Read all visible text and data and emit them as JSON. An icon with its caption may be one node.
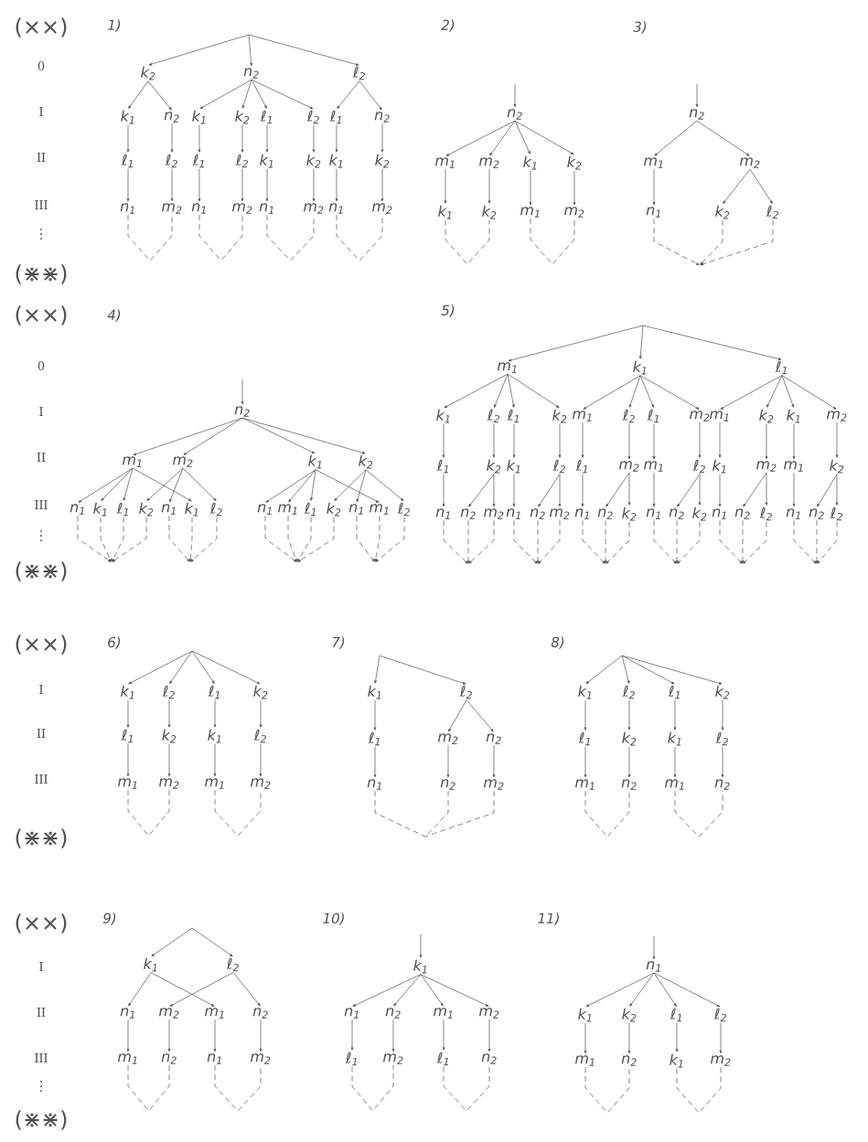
{
  "diagram": {
    "nodes": [
      {
        "text": [
          "k$_{2}$"
        ]
      },
      {
        "text": [
          "n$_{2}$"
        ]
      },
      {
        "text": [
          "ℓ$_{2}$"
        ]
      },
      {
        "text": [
          "k$_{1}$"
        ]
      },
      {
        "text": [
          "n$_{2}$"
        ]
      },
      {
        "text": [
          "k$_{1}$"
        ]
      },
      {
        "text": [
          "k$_{2}$"
        ]
      },
      {
        "text": [
          "ℓ$_{1}$"
        ]
      },
      {
        "text": [
          "ℓ$_{2}$"
        ]
      },
      {
        "text": [
          "ℓ$_{1}$"
        ]
      },
      {
        "text": [
          "n$_{2}$"
        ]
      },
      {
        "text": [
          "ℓ$_{1}$"
        ]
      },
      {
        "text": [
          "ℓ$_{2}$"
        ]
      },
      {
        "text": [
          "ℓ$_{1}$"
        ]
      },
      {
        "text": [
          "ℓ$_{2}$"
        ]
      },
      {
        "text": [
          "k$_{1}$"
        ]
      },
      {
        "text": [
          "k$_{2}$"
        ]
      },
      {
        "text": [
          "k$_{1}$"
        ]
      },
      {
        "text": [
          "k$_{2}$"
        ]
      },
      {
        "text": [
          "n$_{1}$"
        ]
      },
      {
        "text": [
          "m$_{2}$"
        ]
      },
      {
        "text": [
          "n$_{1}$"
        ]
      },
      {
        "text": [
          "m$_{2}$"
        ]
      },
      {
        "text": [
          "n$_{1}$"
        ]
      },
      {
        "text": [
          "m$_{2}$"
        ]
      },
      {
        "text": [
          "n$_{1}$"
        ]
      },
      {
        "text": [
          "m$_{2}$"
        ]
      },
      {
        "text": [
          "n$_{2}$"
        ]
      },
      {
        "text": [
          "m$_{1}$"
        ]
      },
      {
        "text": [
          "m$_{2}$"
        ]
      },
      {
        "text": [
          "k$_{1}$"
        ]
      },
      {
        "text": [
          "k$_{2}$"
        ]
      },
      {
        "text": [
          "k$_{1}$"
        ]
      },
      {
        "text": [
          "k$_{2}$"
        ]
      },
      {
        "text": [
          "m$_{1}$"
        ]
      },
      {
        "text": [
          "m$_{2}$"
        ]
      },
      {
        "text": [
          "n$_{2}$"
        ]
      },
      {
        "text": [
          "m$_{1}$"
        ]
      },
      {
        "text": [
          "m$_{2}$"
        ]
      },
      {
        "text": [
          "n$_{1}$"
        ]
      },
      {
        "text": [
          "k$_{2}$"
        ]
      },
      {
        "text": [
          "ℓ$_{2}$"
        ]
      },
      {
        "text": [
          "n$_{2}$"
        ]
      },
      {
        "text": [
          "m$_{1}$"
        ]
      },
      {
        "text": [
          "m$_{2}$"
        ]
      },
      {
        "text": [
          "k$_{1}$"
        ]
      },
      {
        "text": [
          "k$_{2}$"
        ]
      },
      {
        "text": [
          "n$_{1}$"
        ]
      },
      {
        "text": [
          "k$_{1}$"
        ]
      },
      {
        "text": [
          "ℓ$_{1}$"
        ]
      },
      {
        "text": [
          "k$_{2}$"
        ]
      },
      {
        "text": [
          "n$_{1}$"
        ]
      },
      {
        "text": [
          "k$_{1}$"
        ]
      },
      {
        "text": [
          "ℓ$_{2}$"
        ]
      },
      {
        "text": [
          "n$_{1}$"
        ]
      },
      {
        "text": [
          "m$_{1}$"
        ]
      },
      {
        "text": [
          "ℓ$_{1}$"
        ]
      },
      {
        "text": [
          "k$_{2}$"
        ]
      },
      {
        "text": [
          "n$_{1}$"
        ]
      },
      {
        "text": [
          "m$_{1}$"
        ]
      },
      {
        "text": [
          "ℓ$_{2}$"
        ]
      },
      {
        "text": [
          "m$_{1}$"
        ]
      },
      {
        "text": [
          "k$_{1}$"
        ]
      },
      {
        "text": [
          "ℓ$_{1}$"
        ]
      },
      {
        "text": [
          "k$_{1}$"
        ]
      },
      {
        "text": [
          "ℓ$_{2}$"
        ]
      },
      {
        "text": [
          "ℓ$_{1}$"
        ]
      },
      {
        "text": [
          "k$_{2}$"
        ]
      },
      {
        "text": [
          "m$_{1}$"
        ]
      },
      {
        "text": [
          "ℓ$_{2}$"
        ]
      },
      {
        "text": [
          "ℓ$_{1}$"
        ]
      },
      {
        "text": [
          "m$_{2}$"
        ]
      },
      {
        "text": [
          "m$_{1}$"
        ]
      },
      {
        "text": [
          "k$_{2}$"
        ]
      },
      {
        "text": [
          "k$_{1}$"
        ]
      },
      {
        "text": [
          "m$_{2}$"
        ]
      },
      {
        "text": [
          "ℓ$_{1}$"
        ]
      },
      {
        "text": [
          "k$_{2}$"
        ]
      },
      {
        "text": [
          "k$_{1}$"
        ]
      },
      {
        "text": [
          "ℓ$_{2}$"
        ]
      },
      {
        "text": [
          "ℓ$_{1}$"
        ]
      },
      {
        "text": [
          "m$_{2}$"
        ]
      },
      {
        "text": [
          "m$_{1}$"
        ]
      },
      {
        "text": [
          "ℓ$_{2}$"
        ]
      },
      {
        "text": [
          "k$_{1}$"
        ]
      },
      {
        "text": [
          "m$_{2}$"
        ]
      },
      {
        "text": [
          "m$_{1}$"
        ]
      },
      {
        "text": [
          "k$_{2}$"
        ]
      },
      {
        "text": [
          "n$_{1}$"
        ]
      },
      {
        "text": [
          "n$_{2}$"
        ]
      },
      {
        "text": [
          "m$_{2}$"
        ]
      },
      {
        "text": [
          "n$_{1}$"
        ]
      },
      {
        "text": [
          "n$_{2}$"
        ]
      },
      {
        "text": [
          "m$_{2}$"
        ]
      },
      {
        "text": [
          "n$_{1}$"
        ]
      },
      {
        "text": [
          "n$_{2}$"
        ]
      },
      {
        "text": [
          "k$_{2}$"
        ]
      },
      {
        "text": [
          "n$_{1}$"
        ]
      },
      {
        "text": [
          "n$_{2}$"
        ]
      },
      {
        "text": [
          "k$_{2}$"
        ]
      },
      {
        "text": [
          "n$_{1}$"
        ]
      },
      {
        "text": [
          "n$_{2}$"
        ]
      },
      {
        "text": [
          "ℓ$_{2}$"
        ]
      },
      {
        "text": [
          "n$_{1}$"
        ]
      },
      {
        "text": [
          "n$_{2}$"
        ]
      },
      {
        "text": [
          "ℓ$_{2}$"
        ]
      },
      {
        "text": [
          "k$_{1}$"
        ]
      },
      {
        "text": [
          "ℓ$_{2}$"
        ]
      },
      {
        "text": [
          "ℓ$_{1}$"
        ]
      },
      {
        "text": [
          "k$_{2}$"
        ]
      },
      {
        "text": [
          "ℓ$_{1}$"
        ]
      },
      {
        "text": [
          "k$_{2}$"
        ]
      },
      {
        "text": [
          "k$_{1}$"
        ]
      },
      {
        "text": [
          "ℓ$_{2}$"
        ]
      },
      {
        "text": [
          "m$_{1}$"
        ]
      },
      {
        "text": [
          "m$_{2}$"
        ]
      },
      {
        "text": [
          "m$_{1}$"
        ]
      },
      {
        "text": [
          "m$_{2}$"
        ]
      },
      {
        "text": [
          "k$_{1}$"
        ]
      },
      {
        "text": [
          "ℓ$_{2}$"
        ]
      },
      {
        "text": [
          "ℓ$_{1}$"
        ]
      },
      {
        "text": [
          "m$_{2}$"
        ]
      },
      {
        "text": [
          "n$_{2}$"
        ]
      },
      {
        "text": [
          "n$_{1}$"
        ]
      },
      {
        "text": [
          "n$_{2}$"
        ]
      },
      {
        "text": [
          "m$_{2}$"
        ]
      },
      {
        "text": [
          "k$_{1}$"
        ]
      },
      {
        "text": [
          "ℓ$_{2}$"
        ]
      },
      {
        "text": [
          "ℓ$_{1}$"
        ]
      },
      {
        "text": [
          "k$_{2}$"
        ]
      },
      {
        "text": [
          "ℓ$_{1}$"
        ]
      },
      {
        "text": [
          "k$_{2}$"
        ]
      },
      {
        "text": [
          "k$_{1}$"
        ]
      },
      {
        "text": [
          "ℓ$_{2}$"
        ]
      },
      {
        "text": [
          "m$_{1}$"
        ]
      },
      {
        "text": [
          "n$_{2}$"
        ]
      },
      {
        "text": [
          "m$_{1}$"
        ]
      },
      {
        "text": [
          "n$_{2}$"
        ]
      },
      {
        "text": [
          "k$_{1}$"
        ]
      },
      {
        "text": [
          "ℓ$_{2}$"
        ]
      },
      {
        "text": [
          "n$_{1}$"
        ]
      },
      {
        "text": [
          "m$_{2}$"
        ]
      },
      {
        "text": [
          "m$_{1}$"
        ]
      },
      {
        "text": [
          "n$_{2}$"
        ]
      },
      {
        "text": [
          "m$_{1}$"
        ]
      },
      {
        "text": [
          "n$_{2}$"
        ]
      },
      {
        "text": [
          "n$_{1}$"
        ]
      },
      {
        "text": [
          "m$_{2}$"
        ]
      },
      {
        "text": [
          "k$_{1}$"
        ]
      },
      {
        "text": [
          "n$_{1}$"
        ]
      },
      {
        "text": [
          "n$_{2}$"
        ]
      },
      {
        "text": [
          "m$_{1}$"
        ]
      },
      {
        "text": [
          "m$_{2}$"
        ]
      },
      {
        "text": [
          "ℓ$_{1}$"
        ]
      },
      {
        "text": [
          "m$_{2}$"
        ]
      },
      {
        "text": [
          "ℓ$_{1}$"
        ]
      },
      {
        "text": [
          "n$_{2}$"
        ]
      },
      {
        "text": [
          "n$_{1}$"
        ]
      },
      {
        "text": [
          "k$_{1}$"
        ]
      },
      {
        "text": [
          "k$_{2}$"
        ]
      },
      {
        "text": [
          "ℓ$_{1}$"
        ]
      },
      {
        "text": [
          "ℓ$_{2}$"
        ]
      },
      {
        "text": [
          "m$_{1}$"
        ]
      },
      {
        "text": [
          "n$_{2}$"
        ]
      },
      {
        "text": [
          "k$_{1}$"
        ]
      },
      {
        "text": [
          "m$_{2}$"
        ]
      }
    ],
    "edges": [
      {
        "from": null,
        "to": 0,
        "arrow": "to"
      },
      {
        "from": null,
        "to": 1,
        "arrow": "to"
      },
      {
        "from": null,
        "to": 2,
        "arrow": "to"
      },
      {
        "from": 0,
        "to": 3,
        "arrow": "to"
      },
      {
        "from": 0,
        "to": 4,
        "arrow": "to"
      },
      {
        "from": 1,
        "to": 5,
        "arrow": "to"
      },
      {
        "from": 1,
        "to": 6,
        "arrow": "to"
      },
      {
        "from": 1,
        "to": 7,
        "arrow": "to"
      },
      {
        "from": 1,
        "to": 8,
        "arrow": "to"
      },
      {
        "from": 2,
        "to": 9,
        "arrow": "to"
      },
      {
        "from": 2,
        "to": 10,
        "arrow": "to"
      },
      {
        "from": 3,
        "to": 11,
        "arrow": "to"
      },
      {
        "from": 4,
        "to": 12,
        "arrow": "to"
      },
      {
        "from": 5,
        "to": 13,
        "arrow": "to"
      },
      {
        "from": 6,
        "to": 14,
        "arrow": "to"
      },
      {
        "from": 7,
        "to": 15,
        "arrow": "to"
      },
      {
        "from": 8,
        "to": 16,
        "arrow": "to"
      },
      {
        "from": 9,
        "to": 17,
        "arrow": "to"
      },
      {
        "from": 10,
        "to": 18,
        "arrow": "to"
      },
      {
        "from": 11,
        "to": 19,
        "arrow": "to"
      },
      {
        "from": 12,
        "to": 20,
        "arrow": "to"
      },
      {
        "from": 13,
        "to": 21,
        "arrow": "to"
      },
      {
        "from": 14,
        "to": 22,
        "arrow": "to"
      },
      {
        "from": 15,
        "to": 23,
        "arrow": "to"
      },
      {
        "from": 16,
        "to": 24,
        "arrow": "to"
      },
      {
        "from": 17,
        "to": 25,
        "arrow": "to"
      },
      {
        "from": 18,
        "to": 26,
        "arrow": "to"
      },
      {
        "from": 19,
        "to": 20,
        "arrow": "none",
        "style": "dashed"
      },
      {
        "from": 21,
        "to": 22,
        "arrow": "none",
        "style": "dashed"
      },
      {
        "from": 23,
        "to": 24,
        "arrow": "none",
        "style": "dashed"
      },
      {
        "from": 25,
        "to": 26,
        "arrow": "none",
        "style": "dashed"
      },
      {
        "from": null,
        "to": 27,
        "arrow": "to"
      },
      {
        "from": 27,
        "to": 28,
        "arrow": "to"
      },
      {
        "from": 27,
        "to": 29,
        "arrow": "to"
      },
      {
        "from": 27,
        "to": 30,
        "arrow": "to"
      },
      {
        "from": 27,
        "to": 31,
        "arrow": "to"
      },
      {
        "from": 28,
        "to": 32,
        "arrow": "to"
      },
      {
        "from": 29,
        "to": 33,
        "arrow": "to"
      },
      {
        "from": 30,
        "to": 34,
        "arrow": "to"
      },
      {
        "from": 31,
        "to": 35,
        "arrow": "to"
      },
      {
        "from": 32,
        "to": 33,
        "arrow": "none",
        "style": "dashed"
      },
      {
        "from": 34,
        "to": 35,
        "arrow": "none",
        "style": "dashed"
      },
      {
        "from": null,
        "to": 36,
        "arrow": "to"
      },
      {
        "from": 36,
        "to": 37,
        "arrow": "to"
      },
      {
        "from": 36,
        "to": 38,
        "arrow": "to"
      },
      {
        "from": 37,
        "to": 39,
        "arrow": "to"
      },
      {
        "from": 38,
        "to": 40,
        "arrow": "to"
      },
      {
        "from": 38,
        "to": 41,
        "arrow": "to"
      },
      {
        "from": 39,
        "to": null,
        "arrow": "to",
        "style": "dashed"
      },
      {
        "from": 40,
        "to": null,
        "arrow": "to",
        "style": "dashed"
      },
      {
        "from": 41,
        "to": null,
        "arrow": "to",
        "style": "dashed"
      },
      {
        "from": null,
        "to": 42,
        "arrow": "to"
      },
      {
        "from": 42,
        "to": 43,
        "arrow": "to"
      },
      {
        "from": 42,
        "to": 44,
        "arrow": "to"
      },
      {
        "from": 42,
        "to": 45,
        "arrow": "to"
      },
      {
        "from": 42,
        "to": 46,
        "arrow": "to"
      },
      {
        "from": 43,
        "to": 47,
        "arrow": "to"
      },
      {
        "from": 43,
        "to": 48,
        "arrow": "to"
      },
      {
        "from": 43,
        "to": 49,
        "arrow": "to"
      },
      {
        "from": 43,
        "to": 52,
        "arrow": "to"
      },
      {
        "from": 44,
        "to": 50,
        "arrow": "to"
      },
      {
        "from": 44,
        "to": 51,
        "arrow": "to"
      },
      {
        "from": 44,
        "to": 53,
        "arrow": "to"
      },
      {
        "from": 45,
        "to": 54,
        "arrow": "to"
      },
      {
        "from": 45,
        "to": 55,
        "arrow": "to"
      },
      {
        "from": 45,
        "to": 56,
        "arrow": "to"
      },
      {
        "from": 45,
        "to": 59,
        "arrow": "to"
      },
      {
        "from": 46,
        "to": 57,
        "arrow": "to"
      },
      {
        "from": 46,
        "to": 58,
        "arrow": "to"
      },
      {
        "from": 46,
        "to": 60,
        "arrow": "to"
      },
      {
        "from": 47,
        "to": null,
        "arrow": "to",
        "style": "dashed"
      },
      {
        "from": 48,
        "to": null,
        "arrow": "to",
        "style": "dashed"
      },
      {
        "from": 49,
        "to": null,
        "arrow": "to",
        "style": "dashed"
      },
      {
        "from": 50,
        "to": null,
        "arrow": "to",
        "style": "dashed"
      },
      {
        "from": 51,
        "to": null,
        "arrow": "to",
        "style": "dashed"
      },
      {
        "from": 52,
        "to": null,
        "arrow": "to",
        "style": "dashed"
      },
      {
        "from": 53,
        "to": null,
        "arrow": "to",
        "style": "dashed"
      },
      {
        "from": 54,
        "to": null,
        "arrow": "to",
        "style": "dashed"
      },
      {
        "from": 55,
        "to": null,
        "arrow": "to",
        "style": "dashed"
      },
      {
        "from": 56,
        "to": null,
        "arrow": "to",
        "style": "dashed"
      },
      {
        "from": 57,
        "to": null,
        "arrow": "to",
        "style": "dashed"
      },
      {
        "from": 58,
        "to": null,
        "arrow": "to",
        "style": "dashed"
      },
      {
        "from": 59,
        "to": null,
        "arrow": "to",
        "style": "dashed"
      },
      {
        "from": 60,
        "to": null,
        "arrow": "to",
        "style": "dashed"
      },
      {
        "from": null,
        "to": 61,
        "arrow": "to"
      },
      {
        "from": null,
        "to": 62,
        "arrow": "to"
      },
      {
        "from": null,
        "to": 63,
        "arrow": "to"
      },
      {
        "from": 61,
        "to": 64,
        "arrow": "to"
      },
      {
        "from": 61,
        "to": 65,
        "arrow": "to"
      },
      {
        "from": 61,
        "to": 66,
        "arrow": "to"
      },
      {
        "from": 61,
        "to": 67,
        "arrow": "to"
      },
      {
        "from": 62,
        "to": 68,
        "arrow": "to"
      },
      {
        "from": 62,
        "to": 69,
        "arrow": "to"
      },
      {
        "from": 62,
        "to": 70,
        "arrow": "to"
      },
      {
        "from": 62,
        "to": 71,
        "arrow": "to"
      },
      {
        "from": 63,
        "to": 72,
        "arrow": "to"
      },
      {
        "from": 63,
        "to": 73,
        "arrow": "to"
      },
      {
        "from": 63,
        "to": 74,
        "arrow": "to"
      },
      {
        "from": 63,
        "to": 75,
        "arrow": "to"
      },
      {
        "from": 64,
        "to": 76,
        "arrow": "to"
      },
      {
        "from": 65,
        "to": 77,
        "arrow": "to"
      },
      {
        "from": 66,
        "to": 78,
        "arrow": "to"
      },
      {
        "from": 67,
        "to": 79,
        "arrow": "to"
      },
      {
        "from": 68,
        "to": 80,
        "arrow": "to"
      },
      {
        "from": 69,
        "to": 81,
        "arrow": "to"
      },
      {
        "from": 70,
        "to": 82,
        "arrow": "to"
      },
      {
        "from": 71,
        "to": 83,
        "arrow": "to"
      },
      {
        "from": 72,
        "to": 84,
        "arrow": "to"
      },
      {
        "from": 73,
        "to": 85,
        "arrow": "to"
      },
      {
        "from": 74,
        "to": 86,
        "arrow": "to"
      },
      {
        "from": 75,
        "to": 87,
        "arrow": "to"
      },
      {
        "from": 76,
        "to": 88,
        "arrow": "to"
      },
      {
        "from": 77,
        "to": 89,
        "arrow": "to"
      },
      {
        "from": 77,
        "to": 90,
        "arrow": "to"
      },
      {
        "from": 78,
        "to": 91,
        "arrow": "to"
      },
      {
        "from": 79,
        "to": 92,
        "arrow": "to"
      },
      {
        "from": 79,
        "to": 93,
        "arrow": "to"
      },
      {
        "from": 80,
        "to": 94,
        "arrow": "to"
      },
      {
        "from": 81,
        "to": 95,
        "arrow": "to"
      },
      {
        "from": 81,
        "to": 96,
        "arrow": "to"
      },
      {
        "from": 82,
        "to": 97,
        "arrow": "to"
      },
      {
        "from": 83,
        "to": 98,
        "arrow": "to"
      },
      {
        "from": 83,
        "to": 99,
        "arrow": "to"
      },
      {
        "from": 84,
        "to": 100,
        "arrow": "to"
      },
      {
        "from": 85,
        "to": 101,
        "arrow": "to"
      },
      {
        "from": 85,
        "to": 102,
        "arrow": "to"
      },
      {
        "from": 86,
        "to": 103,
        "arrow": "to"
      },
      {
        "from": 87,
        "to": 104,
        "arrow": "to"
      },
      {
        "from": 87,
        "to": 105,
        "arrow": "to"
      },
      {
        "from": 88,
        "to": null,
        "arrow": "to",
        "style": "dashed"
      },
      {
        "from": 89,
        "to": null,
        "arrow": "to",
        "style": "dashed"
      },
      {
        "from": 90,
        "to": null,
        "arrow": "to",
        "style": "dashed"
      },
      {
        "from": 91,
        "to": null,
        "arrow": "to",
        "style": "dashed"
      },
      {
        "from": 92,
        "to": null,
        "arrow": "to",
        "style": "dashed"
      },
      {
        "from": 93,
        "to": null,
        "arrow": "to",
        "style": "dashed"
      },
      {
        "from": 94,
        "to": null,
        "arrow": "to",
        "style": "dashed"
      },
      {
        "from": 95,
        "to": null,
        "arrow": "to",
        "style": "dashed"
      },
      {
        "from": 96,
        "to": null,
        "arrow": "to",
        "style": "dashed"
      },
      {
        "from": 97,
        "to": null,
        "arrow": "to",
        "style": "dashed"
      },
      {
        "from": 98,
        "to": null,
        "arrow": "to",
        "style": "dashed"
      },
      {
        "from": 99,
        "to": null,
        "arrow": "to",
        "style": "dashed"
      },
      {
        "from": 100,
        "to": null,
        "arrow": "to",
        "style": "dashed"
      },
      {
        "from": 101,
        "to": null,
        "arrow": "to",
        "style": "dashed"
      },
      {
        "from": 102,
        "to": null,
        "arrow": "to",
        "style": "dashed"
      },
      {
        "from": 103,
        "to": null,
        "arrow": "to",
        "style": "dashed"
      },
      {
        "from": 104,
        "to": null,
        "arrow": "to",
        "style": "dashed"
      },
      {
        "from": 105,
        "to": null,
        "arrow": "to",
        "style": "dashed"
      },
      {
        "from": null,
        "to": 106,
        "arrow": "to"
      },
      {
        "from": null,
        "to": 107,
        "arrow": "to"
      },
      {
        "from": null,
        "to": 108,
        "arrow": "to"
      },
      {
        "from": null,
        "to": 109,
        "arrow": "to"
      },
      {
        "from": 106,
        "to": 110,
        "arrow": "to"
      },
      {
        "from": 107,
        "to": 111,
        "arrow": "to"
      },
      {
        "from": 108,
        "to": 112,
        "arrow": "to"
      },
      {
        "from": 109,
        "to": 113,
        "arrow": "to"
      },
      {
        "from": 110,
        "to": 114,
        "arrow": "to"
      },
      {
        "from": 111,
        "to": 115,
        "arrow": "to"
      },
      {
        "from": 112,
        "to": 116,
        "arrow": "to"
      },
      {
        "from": 113,
        "to": 117,
        "arrow": "to"
      },
      {
        "from": 114,
        "to": 115,
        "arrow": "none",
        "style": "dashed"
      },
      {
        "from": 116,
        "to": 117,
        "arrow": "none",
        "style": "dashed"
      },
      {
        "from": null,
        "to": 118,
        "arrow": "to"
      },
      {
        "from": null,
        "to": 119,
        "arrow": "to"
      },
      {
        "from": 118,
        "to": 120,
        "arrow": "to"
      },
      {
        "from": 120,
        "to": 123,
        "arrow": "to"
      },
      {
        "from": 119,
        "to": 121,
        "arrow": "to"
      },
      {
        "from": 119,
        "to": 122,
        "arrow": "to"
      },
      {
        "from": 121,
        "to": 124,
        "arrow": "to"
      },
      {
        "from": 122,
        "to": 125,
        "arrow": "to"
      },
      {
        "from": 123,
        "to": null,
        "arrow": "none",
        "style": "dashed"
      },
      {
        "from": 124,
        "to": null,
        "arrow": "none",
        "style": "dashed"
      },
      {
        "from": 125,
        "to": null,
        "arrow": "none",
        "style": "dashed"
      },
      {
        "from": null,
        "to": 126,
        "arrow": "to"
      },
      {
        "from": null,
        "to": 127,
        "arrow": "to"
      },
      {
        "from": null,
        "to": 128,
        "arrow": "to"
      },
      {
        "from": null,
        "to": 129,
        "arrow": "to"
      },
      {
        "from": 126,
        "to": 130,
        "arrow": "to"
      },
      {
        "from": 127,
        "to": 131,
        "arrow": "to"
      },
      {
        "from": 128,
        "to": 132,
        "arrow": "to"
      },
      {
        "from": 129,
        "to": 133,
        "arrow": "to"
      },
      {
        "from": 130,
        "to": 134,
        "arrow": "to"
      },
      {
        "from": 131,
        "to": 135,
        "arrow": "to"
      },
      {
        "from": 132,
        "to": 136,
        "arrow": "to"
      },
      {
        "from": 133,
        "to": 137,
        "arrow": "to"
      },
      {
        "from": 134,
        "to": 135,
        "arrow": "none",
        "style": "dashed"
      },
      {
        "from": 136,
        "to": 137,
        "arrow": "none",
        "style": "dashed"
      },
      {
        "from": null,
        "to": 138,
        "arrow": "to"
      },
      {
        "from": null,
        "to": 139,
        "arrow": "to"
      },
      {
        "from": 138,
        "to": 140,
        "arrow": "to"
      },
      {
        "from": 138,
        "to": 142,
        "arrow": "to"
      },
      {
        "from": 139,
        "to": 141,
        "arrow": "to"
      },
      {
        "from": 139,
        "to": 143,
        "arrow": "to"
      },
      {
        "from": 140,
        "to": 144,
        "arrow": "to"
      },
      {
        "from": 141,
        "to": 145,
        "arrow": "to"
      },
      {
        "from": 142,
        "to": 146,
        "arrow": "to"
      },
      {
        "from": 143,
        "to": 147,
        "arrow": "to"
      },
      {
        "from": 144,
        "to": 145,
        "arrow": "none",
        "style": "dashed"
      },
      {
        "from": 146,
        "to": 147,
        "arrow": "none",
        "style": "dashed"
      },
      {
        "from": null,
        "to": 148,
        "arrow": "to"
      },
      {
        "from": 148,
        "to": 149,
        "arrow": "to"
      },
      {
        "from": 148,
        "to": 150,
        "arrow": "to"
      },
      {
        "from": 148,
        "to": 151,
        "arrow": "to"
      },
      {
        "from": 148,
        "to": 152,
        "arrow": "to"
      },
      {
        "from": 149,
        "to": 153,
        "arrow": "to"
      },
      {
        "from": 150,
        "to": 154,
        "arrow": "to"
      },
      {
        "from": 151,
        "to": 155,
        "arrow": "to"
      },
      {
        "from": 152,
        "to": 156,
        "arrow": "to"
      },
      {
        "from": 153,
        "to": 154,
        "arrow": "none",
        "style": "dashed"
      },
      {
        "from": 155,
        "to": 156,
        "arrow": "none",
        "style": "dashed"
      },
      {
        "from": null,
        "to": 157,
        "arrow": "to"
      },
      {
        "from": 157,
        "to": 158,
        "arrow": "to"
      },
      {
        "from": 157,
        "to": 159,
        "arrow": "to"
      },
      {
        "from": 157,
        "to": 160,
        "arrow": "to"
      },
      {
        "from": 157,
        "to": 161,
        "arrow": "to"
      },
      {
        "from": 158,
        "to": 162,
        "arrow": "to"
      },
      {
        "from": 159,
        "to": 163,
        "arrow": "to"
      },
      {
        "from": 160,
        "to": 164,
        "arrow": "to"
      },
      {
        "from": 161,
        "to": 165,
        "arrow": "to"
      },
      {
        "from": 162,
        "to": 163,
        "arrow": "none",
        "style": "dashed"
      },
      {
        "from": 164,
        "to": 165,
        "arrow": "none",
        "style": "dashed"
      }
    ],
    "labels": [
      "(××)",
      "1)",
      "2)",
      "3)",
      "0",
      "I",
      "II",
      "III",
      "⋮",
      "(⋇⋇)",
      "(××)",
      "4)",
      "5)",
      "0",
      "I",
      "II",
      "III",
      "⋮",
      "(⋇⋇)",
      "(××)",
      "6)",
      "7)",
      "8)",
      "I",
      "II",
      "III",
      "(⋇⋇)",
      "(××)",
      "9)",
      "10)",
      "11)",
      "I",
      "II",
      "III",
      "⋮",
      "(⋇⋇)"
    ]
  }
}
